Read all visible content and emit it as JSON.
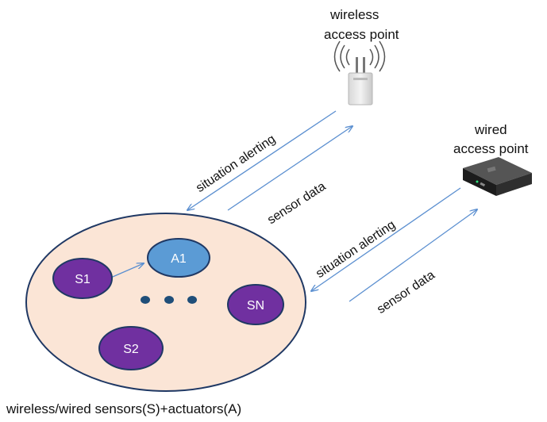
{
  "wireless_ap": {
    "label_line1": "wireless",
    "label_line2": "access  point"
  },
  "wired_ap": {
    "label_line1": "wired",
    "label_line2": "access  point"
  },
  "wireless_link": {
    "up_label": "situation alerting",
    "down_label": "sensor data"
  },
  "wired_link": {
    "up_label": "situation alerting",
    "down_label": "sensor data"
  },
  "cluster": {
    "caption": "wireless/wired sensors(S)+actuators(A)",
    "nodes": {
      "s1": "S1",
      "a1": "A1",
      "sn": "SN",
      "s2": "S2"
    }
  },
  "colors": {
    "cluster_fill": "#fbe5d6",
    "cluster_stroke": "#1f3864",
    "sensor_fill": "#7030a0",
    "actuator_fill": "#5b9bd5",
    "arrow": "#5b8fd0"
  }
}
